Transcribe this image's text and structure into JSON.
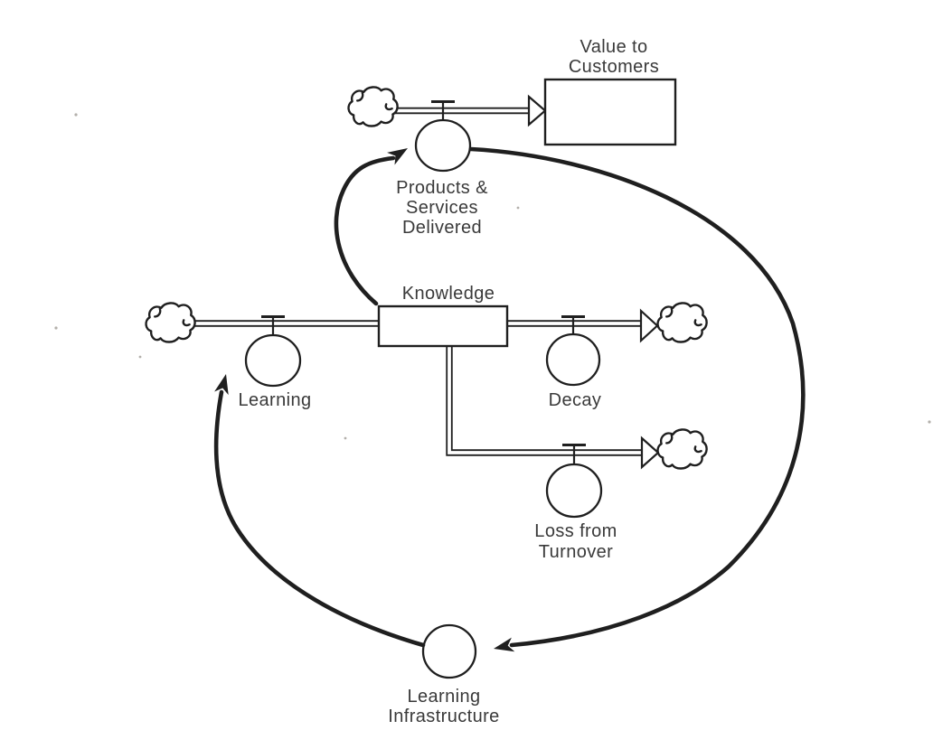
{
  "diagram": {
    "type": "system-dynamics-stock-and-flow",
    "colors": {
      "ink": "#1f1f1f",
      "text": "#3a3a3a",
      "paper": "#ffffff"
    },
    "stocks": [
      {
        "id": "value-to-customers",
        "label_lines": [
          "Value to",
          "Customers"
        ]
      },
      {
        "id": "knowledge",
        "label_lines": [
          "Knowledge"
        ]
      }
    ],
    "flows": [
      {
        "id": "products-services-delivered",
        "label_lines": [
          "Products &",
          "Services",
          "Delivered"
        ],
        "from": "source-cloud",
        "to": "value-to-customers"
      },
      {
        "id": "learning",
        "label_lines": [
          "Learning"
        ],
        "from": "source-cloud",
        "to": "knowledge"
      },
      {
        "id": "decay",
        "label_lines": [
          "Decay"
        ],
        "from": "knowledge",
        "to": "sink-cloud"
      },
      {
        "id": "loss-from-turnover",
        "label_lines": [
          "Loss from",
          "Turnover"
        ],
        "from": "knowledge",
        "to": "sink-cloud"
      }
    ],
    "converters": [
      {
        "id": "learning-infrastructure",
        "label_lines": [
          "Learning",
          "Infrastructure"
        ]
      }
    ],
    "influence_links": [
      {
        "from": "knowledge",
        "to": "products-services-delivered"
      },
      {
        "from": "products-services-delivered",
        "to": "learning-infrastructure"
      },
      {
        "from": "learning-infrastructure",
        "to": "learning"
      }
    ]
  }
}
